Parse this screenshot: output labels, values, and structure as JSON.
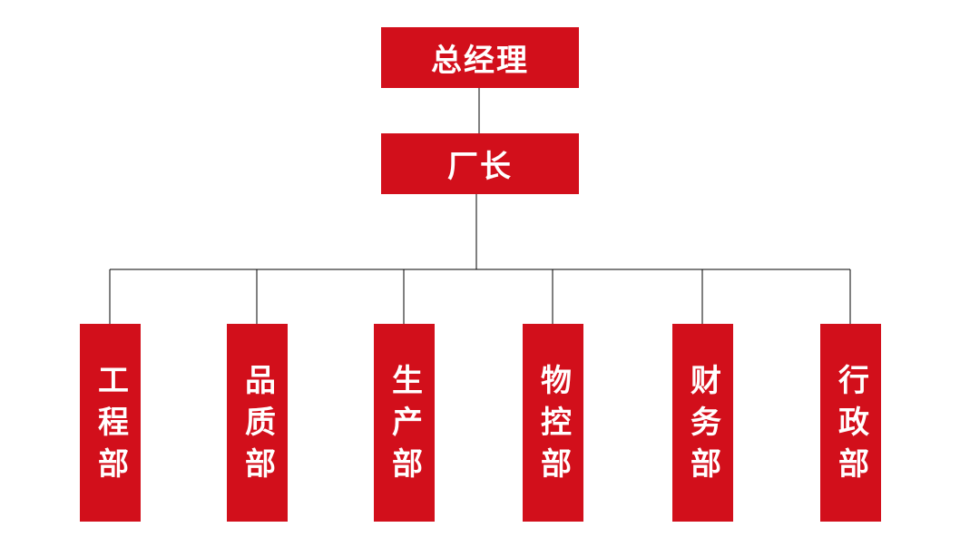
{
  "colors": {
    "box": "#d20f1b",
    "text": "#ffffff",
    "line": "#000000"
  },
  "general_manager": {
    "label": "总经理"
  },
  "factory_director": {
    "label": "厂长"
  },
  "departments": [
    {
      "label": "工程部"
    },
    {
      "label": "品质部"
    },
    {
      "label": "生产部"
    },
    {
      "label": "物控部"
    },
    {
      "label": "财务部"
    },
    {
      "label": "行政部"
    }
  ]
}
